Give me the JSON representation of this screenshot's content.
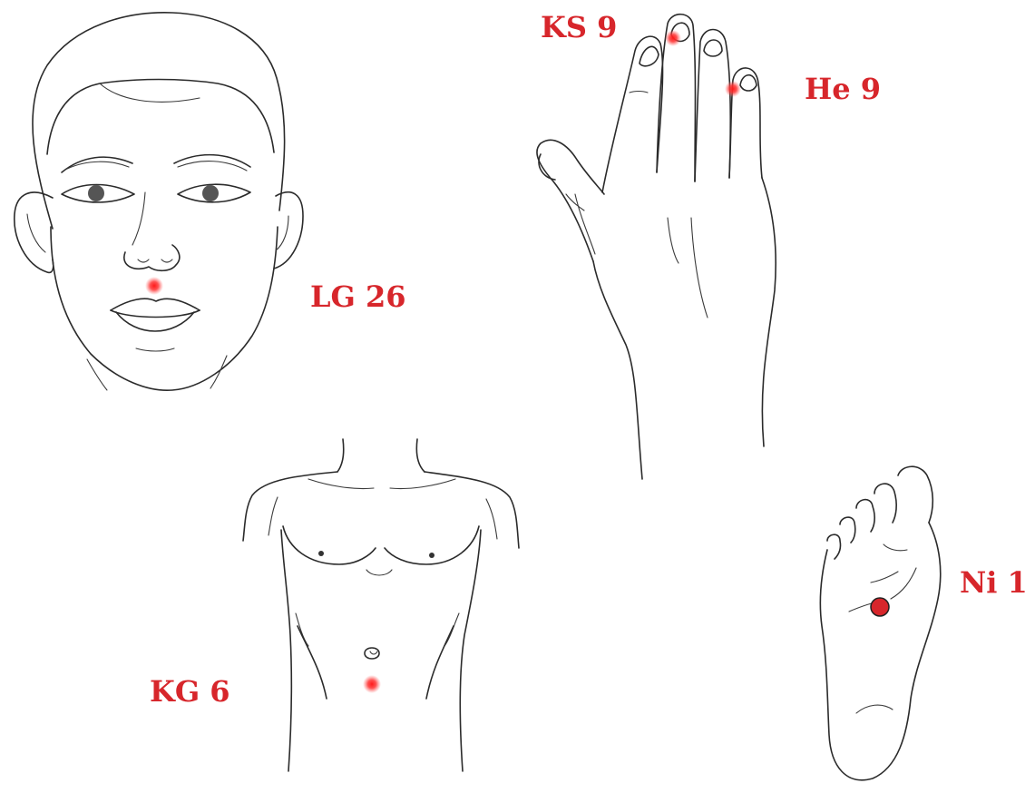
{
  "accent_color": "#d7262b",
  "figures": {
    "face": {
      "icon": "face-icon",
      "point": {
        "label": "LG 26"
      }
    },
    "hand": {
      "icon": "hand-icon",
      "points": [
        {
          "label": "KS 9"
        },
        {
          "label": "He 9"
        }
      ]
    },
    "torso": {
      "icon": "torso-icon",
      "point": {
        "label": "KG 6"
      }
    },
    "foot": {
      "icon": "foot-sole-icon",
      "point": {
        "label": "Ni 1"
      }
    }
  }
}
